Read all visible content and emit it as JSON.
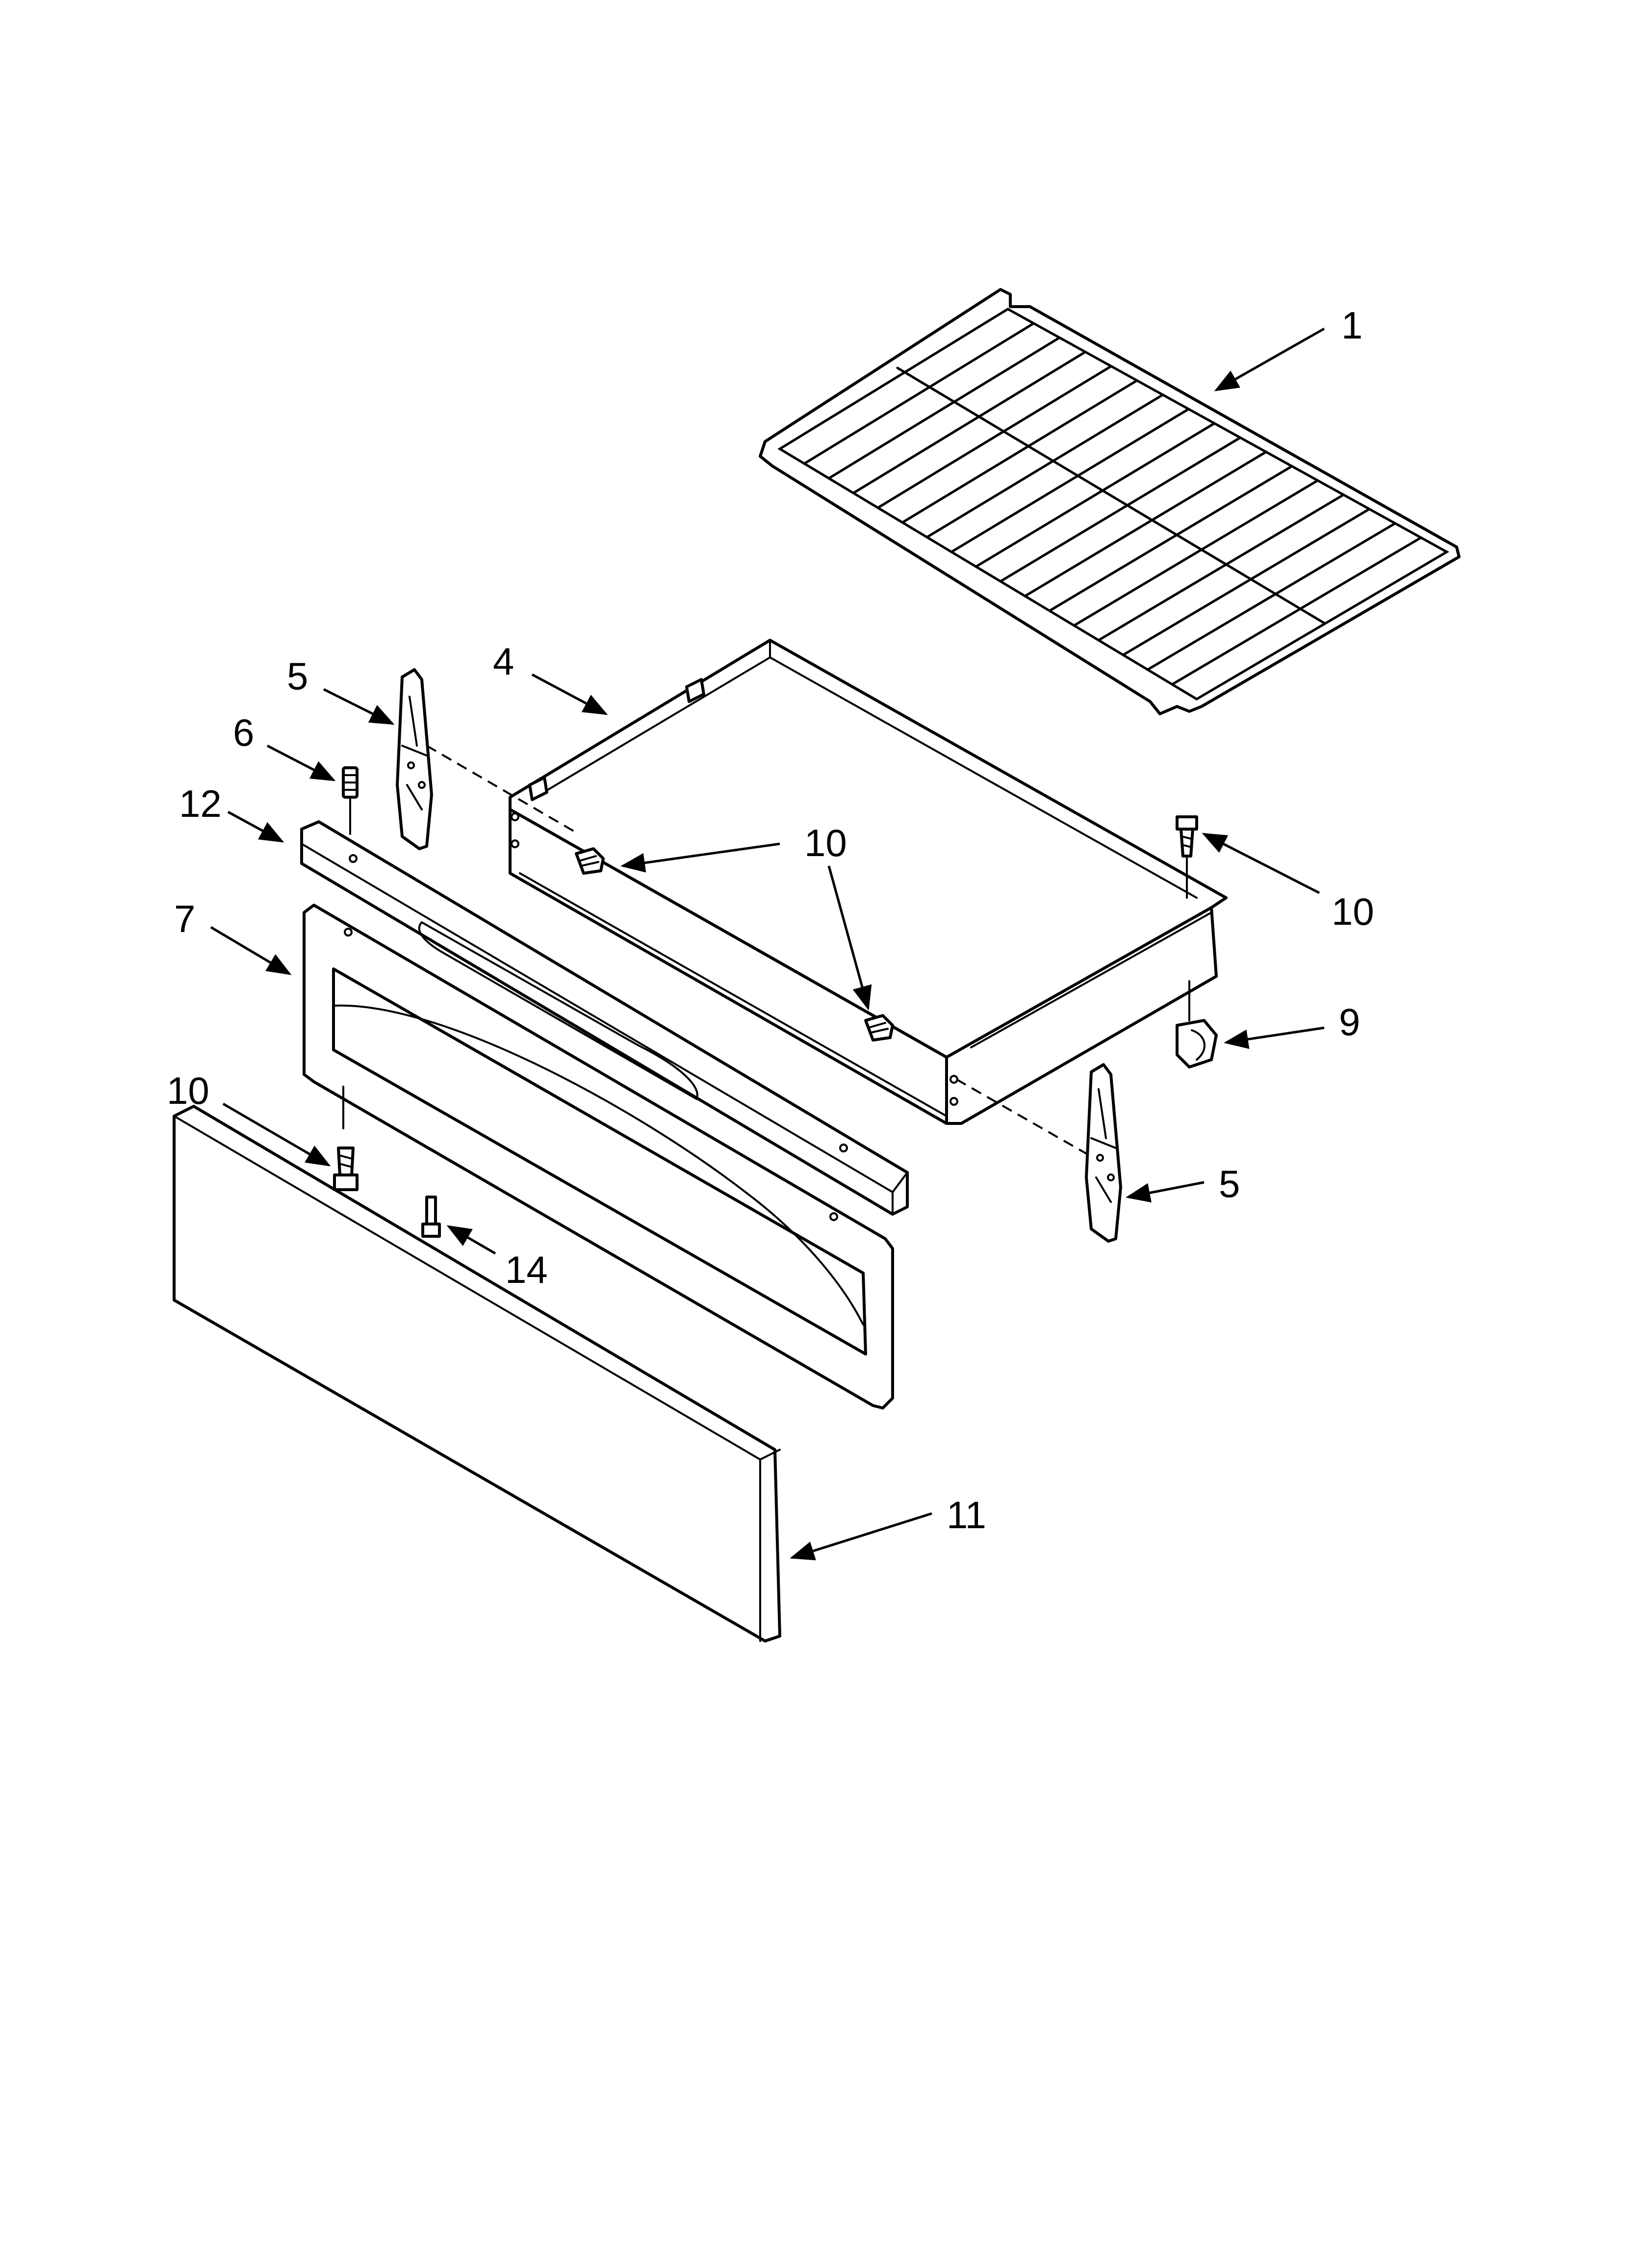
{
  "diagram": {
    "callouts": [
      {
        "key": "rack",
        "text": "1"
      },
      {
        "key": "drawer-body",
        "text": "4"
      },
      {
        "key": "slide-left",
        "text": "5"
      },
      {
        "key": "slide-right",
        "text": "5"
      },
      {
        "key": "pin",
        "text": "6"
      },
      {
        "key": "drawer-panel",
        "text": "7"
      },
      {
        "key": "clip",
        "text": "9"
      },
      {
        "key": "screw-center",
        "text": "10"
      },
      {
        "key": "screw-right",
        "text": "10"
      },
      {
        "key": "screw-left",
        "text": "10"
      },
      {
        "key": "panel-cover",
        "text": "11"
      },
      {
        "key": "handle",
        "text": "12"
      },
      {
        "key": "small-screw",
        "text": "14"
      }
    ]
  }
}
